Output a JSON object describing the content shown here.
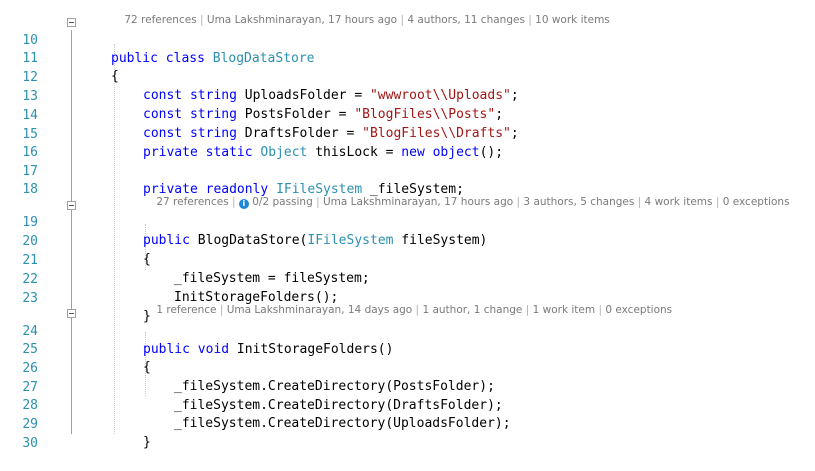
{
  "editor": {
    "lines": [
      {
        "n": "10"
      },
      {
        "n": "11"
      },
      {
        "n": "12"
      },
      {
        "n": "13"
      },
      {
        "n": "14"
      },
      {
        "n": "15"
      },
      {
        "n": "16"
      },
      {
        "n": "17"
      },
      {
        "n": "18"
      },
      {
        "n": "19"
      },
      {
        "n": "20"
      },
      {
        "n": "21"
      },
      {
        "n": "22"
      },
      {
        "n": "23"
      },
      {
        "n": "24"
      },
      {
        "n": "25"
      },
      {
        "n": "26"
      },
      {
        "n": "27"
      },
      {
        "n": "28"
      },
      {
        "n": "29"
      },
      {
        "n": "30"
      }
    ],
    "codelens": {
      "class": {
        "references": "72 references",
        "author": "Uma Lakshminarayan, 17 hours ago",
        "changes": "4 authors, 11 changes",
        "work_items": "10 work items"
      },
      "ctor": {
        "references": "27 references",
        "tests": "0/2 passing",
        "author": "Uma Lakshminarayan, 17 hours ago",
        "changes": "3 authors, 5 changes",
        "work_items": "4 work items",
        "exceptions": "0 exceptions"
      },
      "init": {
        "references": "1 reference",
        "author": "Uma Lakshminarayan, 14 days ago",
        "changes": "1 author, 1 change",
        "work_items": "1 work item",
        "exceptions": "0 exceptions"
      }
    },
    "code": {
      "l10_kw": "public class ",
      "l10_ty": "BlogDataStore",
      "l11": "{",
      "l12_a": "const string ",
      "l12_b": "UploadsFolder = ",
      "l12_s": "\"wwwroot\\\\Uploads\"",
      "l12_c": ";",
      "l13_a": "const string ",
      "l13_b": "PostsFolder = ",
      "l13_s": "\"BlogFiles\\\\Posts\"",
      "l13_c": ";",
      "l14_a": "const string ",
      "l14_b": "DraftsFolder = ",
      "l14_s": "\"BlogFiles\\\\Drafts\"",
      "l14_c": ";",
      "l15_a": "private static ",
      "l15_t": "Object",
      "l15_b": " thisLock = ",
      "l15_k": "new object",
      "l15_c": "();",
      "l17_a": "private readonly ",
      "l17_t": "IFileSystem",
      "l17_b": " _fileSystem;",
      "l19_a": "public ",
      "l19_b": "BlogDataStore(",
      "l19_t": "IFileSystem",
      "l19_c": " fileSystem)",
      "l20": "{",
      "l21": "_fileSystem = fileSystem;",
      "l22": "InitStorageFolders();",
      "l23": "}",
      "l24_a": "public void ",
      "l24_b": "InitStorageFolders()",
      "l25": "{",
      "l26": "_fileSystem.CreateDirectory(PostsFolder);",
      "l27": "_fileSystem.CreateDirectory(DraftsFolder);",
      "l28": "_fileSystem.CreateDirectory(UploadsFolder);",
      "l29": "}"
    }
  }
}
